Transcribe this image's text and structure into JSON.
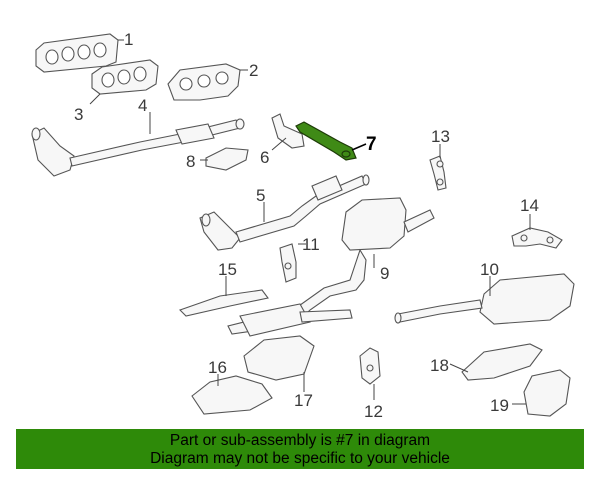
{
  "highlight": {
    "part_number": "7",
    "color": "#3f8a16"
  },
  "callouts": [
    "1",
    "2",
    "3",
    "4",
    "5",
    "6",
    "7",
    "8",
    "9",
    "10",
    "11",
    "12",
    "13",
    "14",
    "15",
    "16",
    "17",
    "18",
    "19"
  ],
  "banner": {
    "background": "#2e8a09",
    "line1": "Part or sub-assembly is #7 in diagram",
    "line2": "Diagram may not be specific to your vehicle"
  }
}
